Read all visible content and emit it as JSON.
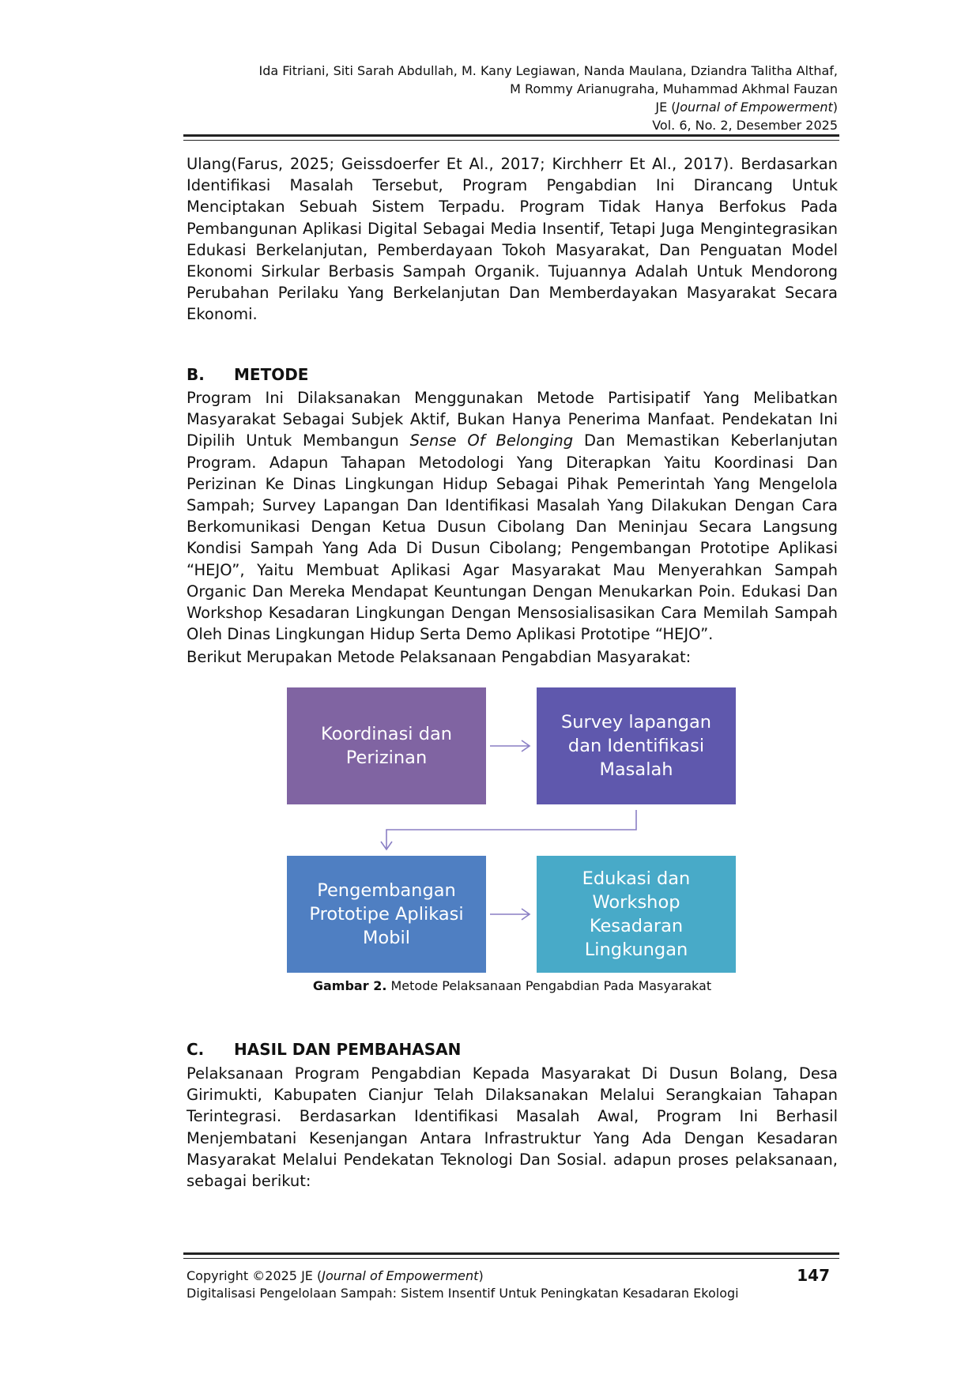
{
  "header": {
    "authors_line1": "Ida Fitriani, Siti Sarah Abdullah, M. Kany Legiawan, Nanda Maulana, Dziandra Talitha Althaf,",
    "authors_line2": "M Rommy Arianugraha, Muhammad Akhmal Fauzan",
    "journal_prefix": "JE (",
    "journal_italic": "Journal of Empowerment",
    "journal_suffix": ")",
    "volume": "Vol. 6, No. 2, Desember 2025"
  },
  "intro_paragraph": "Ulang(Farus, 2025; Geissdoerfer Et Al., 2017; Kirchherr Et Al., 2017). Berdasarkan Identifikasi Masalah Tersebut, Program Pengabdian Ini Dirancang Untuk Menciptakan Sebuah Sistem Terpadu. Program Tidak Hanya Berfokus Pada Pembangunan Aplikasi Digital Sebagai Media Insentif, Tetapi Juga Mengintegrasikan Edukasi Berkelanjutan, Pemberdayaan Tokoh Masyarakat, Dan Penguatan Model Ekonomi Sirkular Berbasis Sampah Organik. Tujuannya Adalah Untuk Mendorong Perubahan Perilaku Yang Berkelanjutan Dan Memberdayakan Masyarakat Secara Ekonomi.",
  "section_b": {
    "number": "B.",
    "title": "METODE",
    "para_part1": "Program Ini Dilaksanakan Menggunakan Metode Partisipatif Yang Melibatkan Masyarakat Sebagai Subjek Aktif, Bukan Hanya Penerima Manfaat. Pendekatan Ini Dipilih Untuk Membangun ",
    "para_italic": "Sense Of Belonging",
    "para_part2": " Dan Memastikan Keberlanjutan Program. Adapun Tahapan Metodologi Yang Diterapkan Yaitu Koordinasi Dan Perizinan Ke Dinas Lingkungan Hidup Sebagai Pihak Pemerintah Yang Mengelola Sampah; Survey Lapangan Dan Identifikasi Masalah Yang Dilakukan Dengan Cara Berkomunikasi Dengan Ketua Dusun Cibolang Dan Meninjau Secara Langsung Kondisi Sampah Yang Ada Di Dusun Cibolang; Pengembangan Prototipe Aplikasi “HEJO”, Yaitu Membuat Aplikasi Agar Masyarakat Mau Menyerahkan Sampah Organic Dan Mereka Mendapat Keuntungan Dengan Menukarkan Poin. Edukasi Dan Workshop Kesadaran Lingkungan Dengan Mensosialisasikan Cara Memilah Sampah Oleh Dinas Lingkungan Hidup Serta Demo Aplikasi Prototipe “HEJO”.",
    "lead_in": "Berikut Merupakan Metode Pelaksanaan Pengabdian Masyarakat:"
  },
  "diagram": {
    "steps": [
      {
        "label": "Koordinasi dan Perizinan",
        "color": "#8064a2"
      },
      {
        "label": "Survey lapangan dan Identifikasi Masalah",
        "color": "#5f58ad"
      },
      {
        "label": "Pengembangan Prototipe Aplikasi Mobil",
        "color": "#4f7fc2"
      },
      {
        "label": "Edukasi dan Workshop Kesadaran Lingkungan",
        "color": "#48aac8"
      }
    ],
    "arrow_color": "#8a7fc4",
    "caption_label": "Gambar 2.",
    "caption_text": " Metode Pelaksanaan Pengabdian Pada Masyarakat"
  },
  "section_c": {
    "number": "C.",
    "title": "HASIL DAN PEMBAHASAN",
    "paragraph": "Pelaksanaan Program Pengabdian Kepada Masyarakat Di Dusun Bolang, Desa Girimukti, Kabupaten Cianjur Telah Dilaksanakan Melalui Serangkaian Tahapan Terintegrasi. Berdasarkan Identifikasi Masalah Awal, Program Ini Berhasil Menjembatani Kesenjangan Antara Infrastruktur Yang Ada Dengan Kesadaran Masyarakat Melalui Pendekatan Teknologi Dan Sosial. adapun proses pelaksanaan, sebagai berikut:"
  },
  "footer": {
    "copyright_prefix": "Copyright ©2025 JE (",
    "copyright_italic": "Journal of Empowerment",
    "copyright_suffix": ")",
    "article_title": "Digitalisasi Pengelolaan Sampah: Sistem Insentif Untuk Peningkatan Kesadaran Ekologi",
    "page_number": "147"
  }
}
